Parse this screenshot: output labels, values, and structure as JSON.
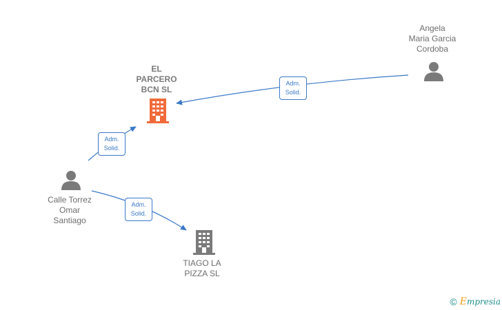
{
  "nodes": {
    "company_main": {
      "lines": [
        "EL",
        "PARCERO",
        "BCN  SL"
      ],
      "color": "#f06a3a"
    },
    "company_2": {
      "lines": [
        "TIAGO LA",
        "PIZZA  SL"
      ],
      "color": "#7a7a7a"
    },
    "person_angela": {
      "lines": [
        "Angela",
        "Maria Garcia",
        "Cordoba"
      ],
      "color": "#7a7a7a"
    },
    "person_calle": {
      "lines": [
        "Calle Torrez",
        "Omar",
        "Santiago"
      ],
      "color": "#7a7a7a"
    }
  },
  "edges": [
    {
      "id": "edge-angela-main",
      "line1": "Adm.",
      "line2": "Solid."
    },
    {
      "id": "edge-calle-main",
      "line1": "Adm.",
      "line2": "Solid."
    },
    {
      "id": "edge-calle-tiago",
      "line1": "Adm.",
      "line2": "Solid."
    }
  ],
  "colors": {
    "edge": "#3a78c9"
  },
  "footer": {
    "copyright": "©",
    "brand_initial": "E",
    "brand_rest": "mpresia"
  }
}
